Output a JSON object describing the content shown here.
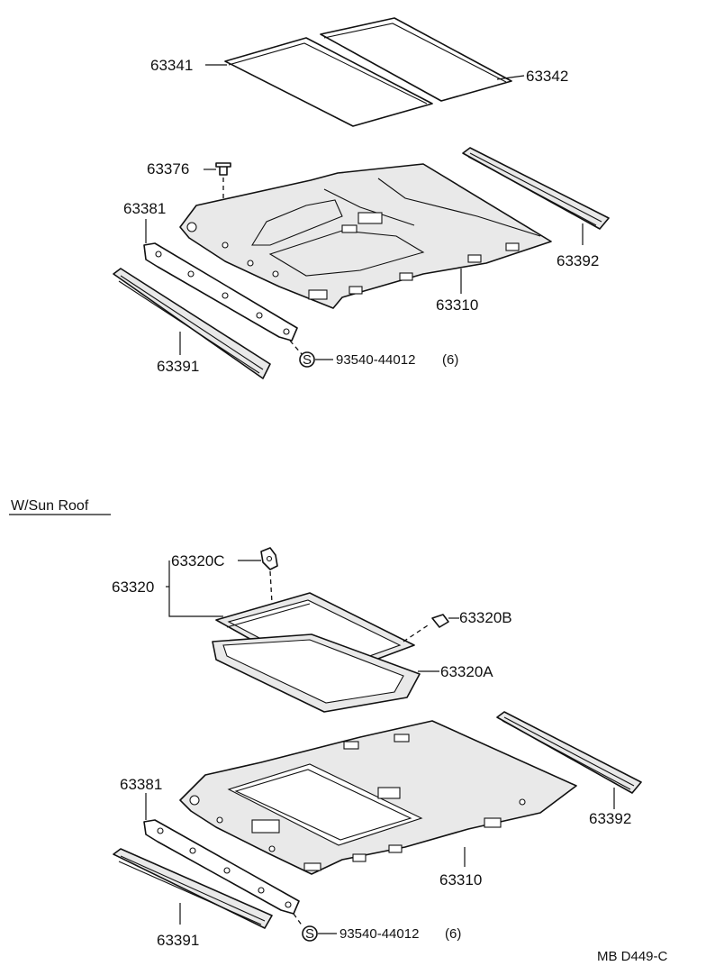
{
  "top_section": {
    "labels": {
      "p63341": "63341",
      "p63342": "63342",
      "p63376": "63376",
      "p63381": "63381",
      "p63392": "63392",
      "p63310": "63310",
      "p63391": "63391",
      "screw_symbol": "S",
      "screw_part": "93540-44012",
      "screw_qty": "(6)"
    }
  },
  "sunroof_section": {
    "title": "W/Sun Roof",
    "labels": {
      "p63320C": "63320C",
      "p63320": "63320",
      "p63320B": "63320B",
      "p63320A": "63320A",
      "p63381": "63381",
      "p63392": "63392",
      "p63310": "63310",
      "p63391": "63391",
      "screw_symbol": "S",
      "screw_part": "93540-44012",
      "screw_qty": "(6)"
    }
  },
  "footer": {
    "drawing_code": "MB D449-C"
  },
  "icons": [
    "screw-symbol-icon"
  ]
}
